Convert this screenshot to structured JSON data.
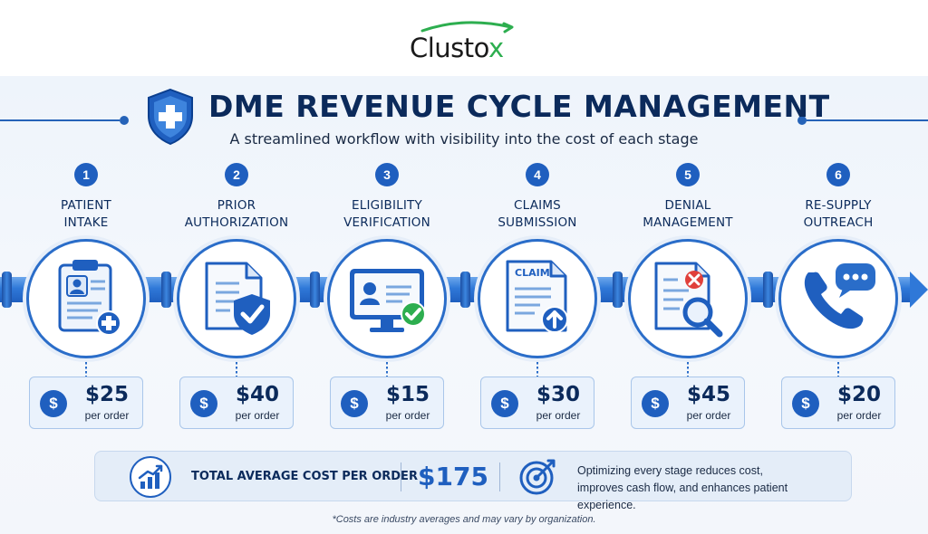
{
  "brand": {
    "logo_text_main": "Clusto",
    "logo_text_accent": "x",
    "accent_color": "#2dae4f"
  },
  "header": {
    "title": "DME REVENUE CYCLE MANAGEMENT",
    "subtitle": "A streamlined workflow with visibility into the cost of each stage"
  },
  "stages": [
    {
      "number": "1",
      "label_line1": "PATIENT",
      "label_line2": "INTAKE",
      "icon": "clipboard-patient-icon",
      "amount": "$25",
      "unit": "per order"
    },
    {
      "number": "2",
      "label_line1": "PRIOR",
      "label_line2": "AUTHORIZATION",
      "icon": "document-shield-icon",
      "amount": "$40",
      "unit": "per order"
    },
    {
      "number": "3",
      "label_line1": "ELIGIBILITY",
      "label_line2": "VERIFICATION",
      "icon": "monitor-check-icon",
      "amount": "$15",
      "unit": "per order"
    },
    {
      "number": "4",
      "label_line1": "CLAIMS",
      "label_line2": "SUBMISSION",
      "icon": "claim-upload-icon",
      "icon_text": "CLAIM",
      "amount": "$30",
      "unit": "per order"
    },
    {
      "number": "5",
      "label_line1": "DENIAL",
      "label_line2": "MANAGEMENT",
      "icon": "denial-magnifier-icon",
      "amount": "$45",
      "unit": "per order"
    },
    {
      "number": "6",
      "label_line1": "RE-SUPPLY",
      "label_line2": "OUTREACH",
      "icon": "phone-chat-icon",
      "amount": "$20",
      "unit": "per order"
    }
  ],
  "summary": {
    "label": "TOTAL AVERAGE COST PER ORDER",
    "value": "$175",
    "text_line1": "Optimizing every stage reduces cost,",
    "text_line2": "improves cash flow, and enhances patient experience."
  },
  "footnote": "*Costs are industry averages and may vary by organization.",
  "colors": {
    "navy": "#0b2a5b",
    "primary_blue": "#1f5fbf",
    "pipe_blue": "#2f78d8",
    "check_green": "#2dae4f",
    "deny_red": "#e0403a"
  }
}
